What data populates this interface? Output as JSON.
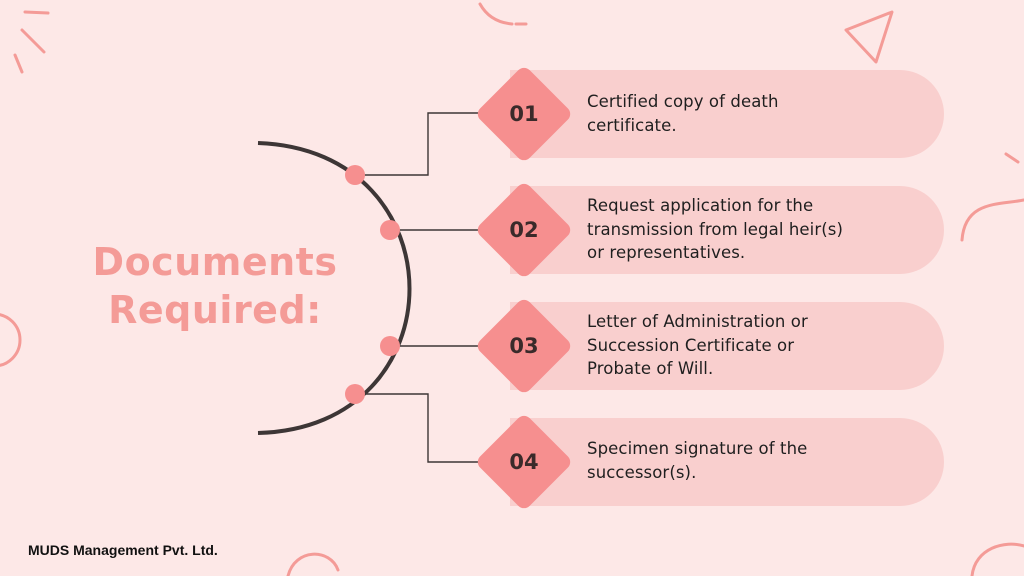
{
  "title": {
    "line1": "Documents",
    "line2": "Required:"
  },
  "items": [
    {
      "number": "01",
      "lines": [
        "Certified copy of death",
        "certificate."
      ]
    },
    {
      "number": "02",
      "lines": [
        "Request application for the",
        "transmission from legal heir(s)",
        "or representatives."
      ]
    },
    {
      "number": "03",
      "lines": [
        "Letter of Administration or",
        "Succession Certificate or",
        "Probate of Will."
      ]
    },
    {
      "number": "04",
      "lines": [
        "Specimen signature of the",
        "successor(s)."
      ]
    }
  ],
  "footer": "MUDS Management Pvt. Ltd.",
  "colors": {
    "background": "#fde8e7",
    "accent": "#f68f8f",
    "pill": "#f9cfce",
    "title": "#f49b97",
    "arc": "#3d3636"
  }
}
